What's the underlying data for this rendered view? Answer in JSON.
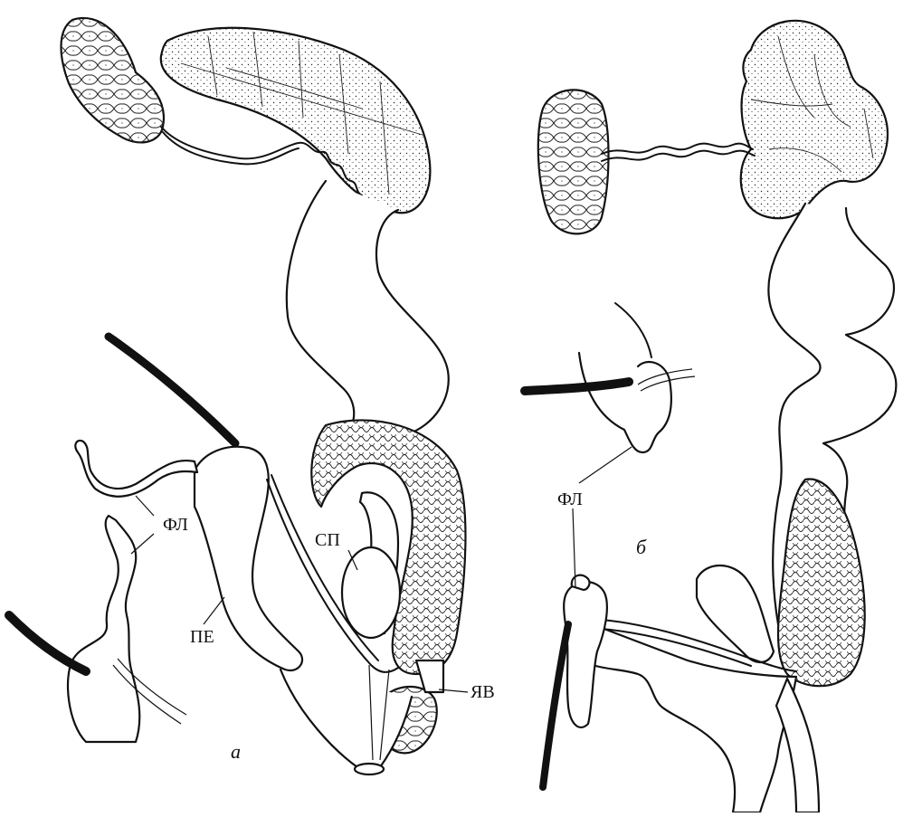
{
  "figure": {
    "labels": {
      "fl_a": "ФЛ",
      "pe": "ПЕ",
      "sp": "СП",
      "yav": "ЯВ",
      "fl_b": "ФЛ",
      "panel_a": "а",
      "panel_b": "б"
    }
  }
}
